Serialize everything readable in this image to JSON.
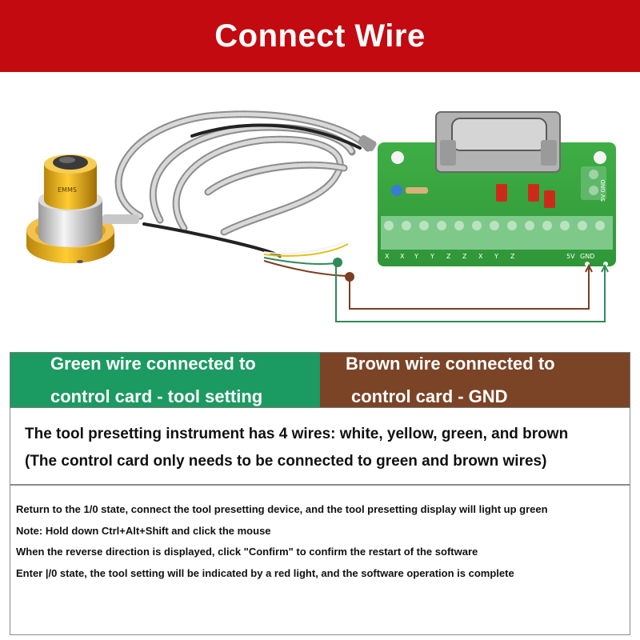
{
  "banner": {
    "title": "Connect Wire",
    "color": "#c20a10"
  },
  "photo": {
    "sensor_label": "EMMS",
    "board_labels_top": [
      "X",
      "X",
      "Y",
      "Y",
      "Z",
      "Z",
      "X",
      "Y",
      "Z"
    ],
    "board_label_5v": "5V",
    "board_label_gnd": "GND",
    "board_label_terminal": "5V GND",
    "wire_colors": {
      "green": "#2e8b57",
      "brown": "#7a3f22",
      "white": "#f2f2f2",
      "yellow": "#e0c21a"
    }
  },
  "wires": {
    "green": {
      "line1": "Green wire connected to",
      "line2": "control card - tool setting",
      "color": "#1b9a61"
    },
    "brown": {
      "line1": "Brown wire connected to",
      "line2": "control card - GND",
      "color": "#7b4427"
    }
  },
  "info": {
    "line1": "The tool presetting instrument has 4 wires: white, yellow, green, and brown",
    "line2": "(The control card only needs to be connected to green and brown wires)"
  },
  "notes": [
    "Return to the 1/0 state, connect the tool presetting device, and the tool presetting display will light up green",
    "Note: Hold down Ctrl+Alt+Shift and click the mouse",
    "When the reverse direction is displayed, click \"Confirm\" to confirm the restart of the software",
    "Enter |/0 state, the tool setting will be indicated by a red light, and the software operation is complete"
  ]
}
